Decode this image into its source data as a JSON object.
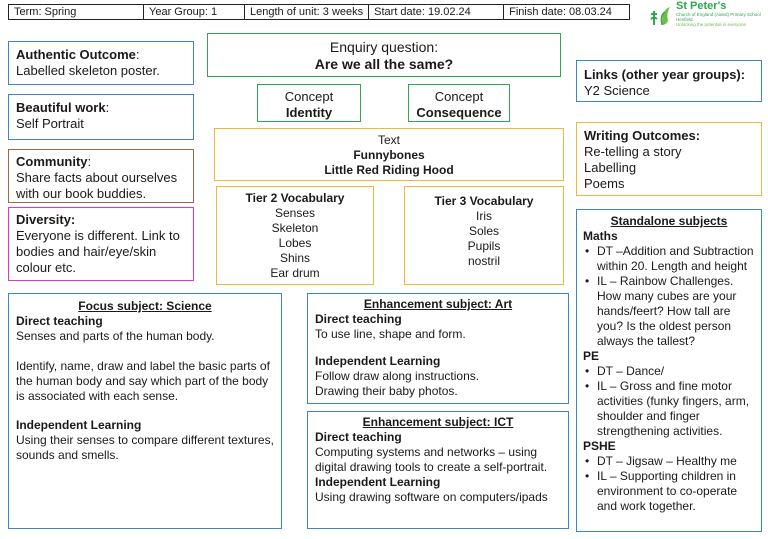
{
  "header": {
    "term": "Term: Spring",
    "year_group": "Year Group: 1",
    "length": "Length of unit: 3 weeks",
    "start": "Start date: 19.02.24",
    "finish": "Finish date: 08.03.24"
  },
  "logo": {
    "name": "St Peter's",
    "subtitle": "Church of England (Aided) Primary School",
    "location": "Henfield",
    "tagline": "Unlocking the potential in everyone"
  },
  "enquiry": {
    "label": "Enquiry question:",
    "question": "Are we all the same?"
  },
  "concept_identity": {
    "label": "Concept",
    "value": "Identity"
  },
  "concept_consequence": {
    "label": "Concept",
    "value": "Consequence"
  },
  "text_box": {
    "label": "Text",
    "book1": "Funnybones",
    "book2": "Little Red Riding Hood"
  },
  "tier2": {
    "title": "Tier 2 Vocabulary",
    "items": [
      "Senses",
      "Skeleton",
      "Lobes",
      "Shins",
      "Ear drum"
    ]
  },
  "tier3": {
    "title": "Tier 3 Vocabulary",
    "items": [
      "Iris",
      "Soles",
      "Pupils",
      "nostril"
    ]
  },
  "authentic": {
    "title": "Authentic Outcome",
    "text": "Labelled skeleton poster."
  },
  "beautiful": {
    "title": "Beautiful work",
    "text": "Self Portrait"
  },
  "community": {
    "title": "Community",
    "text": "Share facts about ourselves with our book buddies."
  },
  "diversity": {
    "title": "Diversity:",
    "text": "Everyone is different.  Link to bodies and hair/eye/skin colour etc."
  },
  "links": {
    "title": "Links (other year groups):",
    "text": "Y2 Science"
  },
  "writing": {
    "title": "Writing Outcomes:",
    "items": [
      "Re-telling a story",
      "Labelling",
      "Poems"
    ]
  },
  "focus": {
    "title": "Focus subject: Science",
    "direct_heading": "Direct teaching",
    "direct_text": "Senses and parts of the human body.",
    "identify_text": "Identify, name, draw and label the basic parts of the human body and say which part of the body is associated with each sense.",
    "independent_heading": "Independent Learning",
    "independent_text": "Using their senses to compare different textures, sounds and smells."
  },
  "art": {
    "title": "Enhancement  subject: Art",
    "direct_heading": "Direct teaching",
    "direct_text": "To use line, shape and form.",
    "independent_heading": "Independent Learning",
    "independent_text1": "Follow draw along instructions.",
    "independent_text2": "Drawing their baby photos."
  },
  "ict": {
    "title": "Enhancement  subject:  ICT",
    "direct_heading": "Direct teaching",
    "direct_text": "Computing systems and networks – using digital drawing tools to create a self-portrait.",
    "independent_heading": "Independent Learning",
    "independent_text": "Using drawing software on computers/ipads"
  },
  "standalone": {
    "title": "Standalone  subjects",
    "maths_heading": "Maths",
    "maths_items": [
      "DT –Addition and Subtraction within 20.       Length and height",
      "IL – Rainbow Challenges. How many cubes are your hands/feert?  How tall are you?  Is the oldest person always the tallest?"
    ],
    "pe_heading": "PE",
    "pe_items": [
      "DT – Dance/",
      "IL – Gross and fine motor activities (funky fingers, arm, shoulder and finger strengthening activities."
    ],
    "pshe_heading": "PSHE",
    "pshe_items": [
      "DT – Jigsaw – Healthy me",
      "IL – Supporting children in environment to co-operate and work together."
    ]
  },
  "colors": {
    "blue": "#3d86c6",
    "green": "#2fa84f",
    "gold": "#f0b83a",
    "brown": "#9b6a43",
    "magenta": "#e331c9"
  }
}
